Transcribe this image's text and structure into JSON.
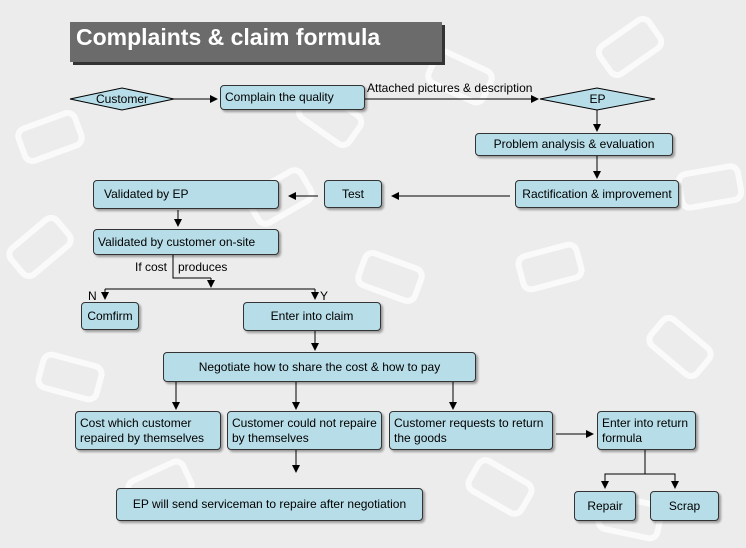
{
  "title": "Complaints & claim formula",
  "nodes": {
    "customer": "Customer",
    "complain": "Complain the quality",
    "attached": "Attached pictures & description",
    "ep": "EP",
    "problem_analysis": "Problem analysis & evaluation",
    "ratification": "Ractification & improvement",
    "test": "Test",
    "validated_ep": "Validated by EP",
    "validated_customer": "Validated by customer on-site",
    "if_cost": "If cost",
    "produces": "produces",
    "n": "N",
    "y": "Y",
    "comfirm": "Comfirm",
    "enter_claim": "Enter into claim",
    "negotiate": "Negotiate how to share the cost & how to pay",
    "cost_customer": "Cost which customer repaired by themselves",
    "customer_could_not": "Customer could not repaire by themselves",
    "customer_requests": "Customer requests to return the goods",
    "enter_return": "Enter into return formula",
    "ep_serviceman": "EP will send serviceman to repaire after negotiation",
    "repair": "Repair",
    "scrap": "Scrap"
  },
  "colors": {
    "box_fill": "#b7dde8",
    "title_fill": "#6b6b6b",
    "title_text": "#ffffff",
    "background": "#ececec"
  }
}
